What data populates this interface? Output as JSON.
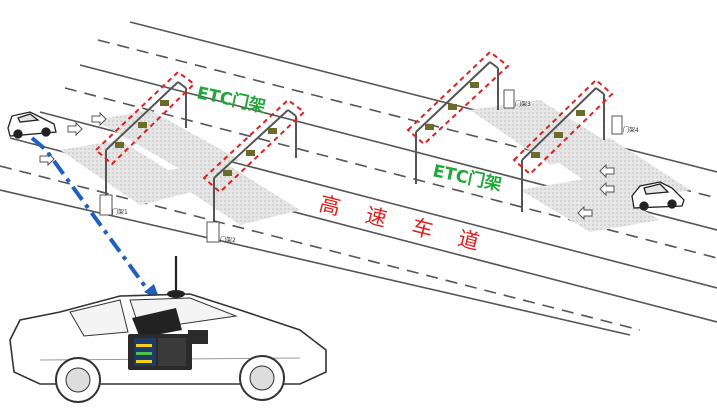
{
  "labels": {
    "etc_gantry_left": "ETC门架",
    "etc_gantry_right": "ETC门架",
    "highway": "高 速 车 道"
  },
  "gate_tags": [
    "门架1",
    "门架2",
    "门架3",
    "门架4"
  ],
  "colors": {
    "gantry_highlight": "#e02020",
    "etc_label": "#1fa83a",
    "signal_path": "#1f5fbf",
    "road_line": "#555555",
    "zone_fill": "#d4d4d4"
  },
  "icons": {
    "vehicle": "car-icon",
    "antenna": "antenna-icon",
    "device": "tablet-analyzer-icon"
  }
}
